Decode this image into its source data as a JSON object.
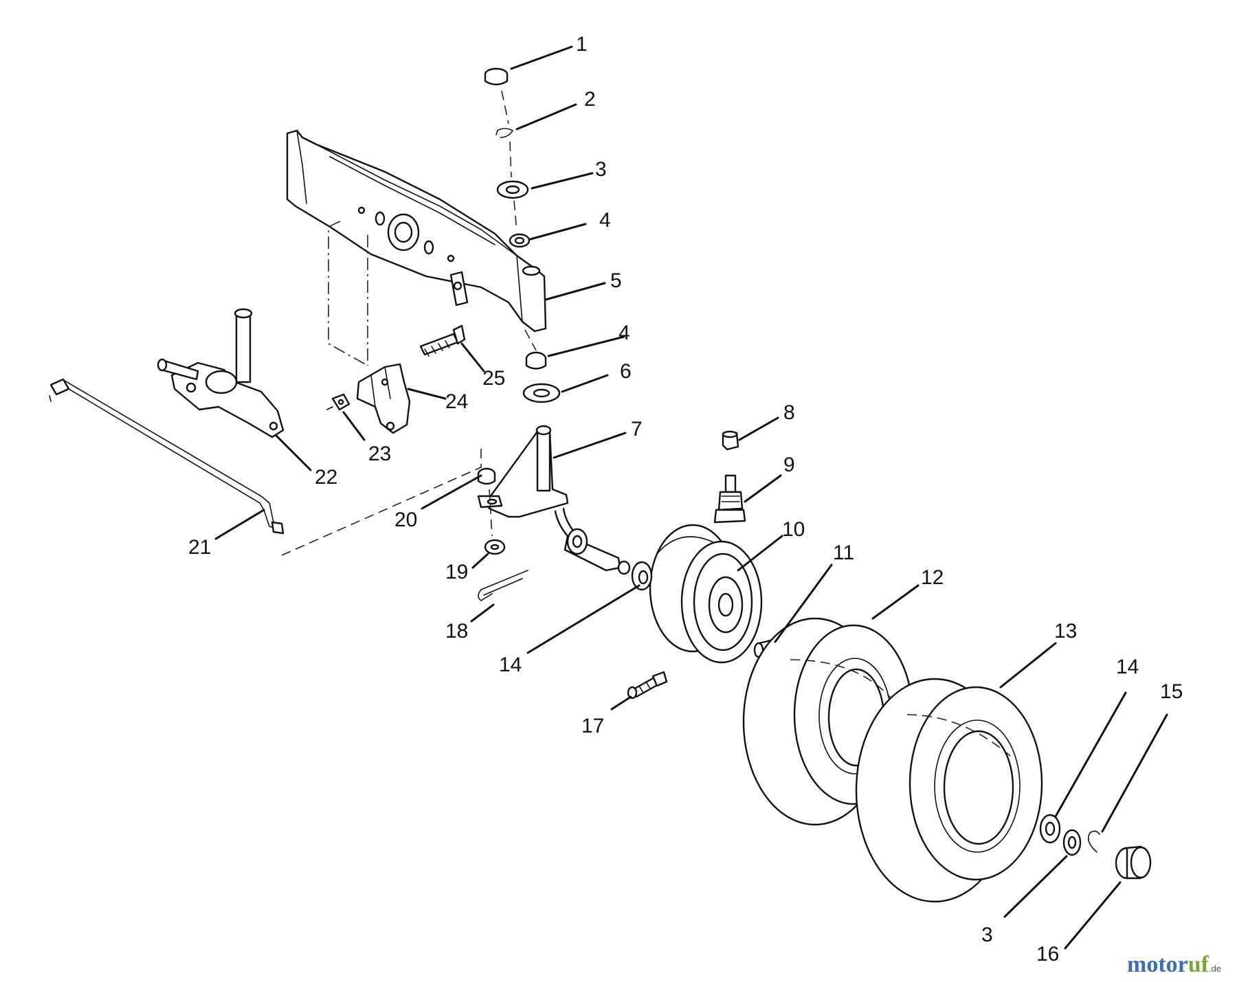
{
  "diagram": {
    "type": "exploded-parts-view",
    "callouts": [
      {
        "id": "c1",
        "label": "1"
      },
      {
        "id": "c2",
        "label": "2"
      },
      {
        "id": "c3a",
        "label": "3"
      },
      {
        "id": "c4a",
        "label": "4"
      },
      {
        "id": "c5",
        "label": "5"
      },
      {
        "id": "c4b",
        "label": "4"
      },
      {
        "id": "c6",
        "label": "6"
      },
      {
        "id": "c7",
        "label": "7"
      },
      {
        "id": "c8",
        "label": "8"
      },
      {
        "id": "c9",
        "label": "9"
      },
      {
        "id": "c10",
        "label": "10"
      },
      {
        "id": "c11",
        "label": "11"
      },
      {
        "id": "c12",
        "label": "12"
      },
      {
        "id": "c13",
        "label": "13"
      },
      {
        "id": "c14a",
        "label": "14"
      },
      {
        "id": "c14b",
        "label": "14"
      },
      {
        "id": "c15",
        "label": "15"
      },
      {
        "id": "c3b",
        "label": "3"
      },
      {
        "id": "c16",
        "label": "16"
      },
      {
        "id": "c17",
        "label": "17"
      },
      {
        "id": "c18",
        "label": "18"
      },
      {
        "id": "c19",
        "label": "19"
      },
      {
        "id": "c20",
        "label": "20"
      },
      {
        "id": "c21",
        "label": "21"
      },
      {
        "id": "c22",
        "label": "22"
      },
      {
        "id": "c23",
        "label": "23"
      },
      {
        "id": "c24",
        "label": "24"
      },
      {
        "id": "c25",
        "label": "25"
      }
    ]
  },
  "watermark": {
    "brand_part1": "motor",
    "brand_part2": "uf",
    "tld": ".de",
    "colors": {
      "part1": "#3b6fb0",
      "part2": "#7aa53a"
    }
  }
}
